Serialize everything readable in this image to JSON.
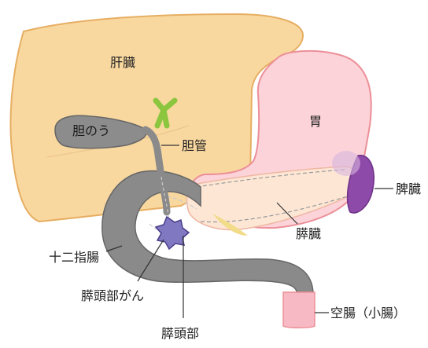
{
  "labels": {
    "liver": "肝臓",
    "gallbladder": "胆のう",
    "bile_duct": "胆管",
    "stomach": "胃",
    "spleen": "脾臓",
    "pancreas": "膵臓",
    "duodenum": "十二指腸",
    "pancreatic_head_cancer": "膵頭部がん",
    "pancreatic_head": "膵頭部",
    "jejunum": "空腸（小腸）"
  },
  "colors": {
    "liver_fill": "#f9d8a0",
    "liver_stroke": "#e6ae63",
    "stomach_fill": "#fbd3d8",
    "stomach_stroke": "#ec8f98",
    "pancreas_fill": "#fde6d4",
    "gallbladder_fill": "#8c8c8c",
    "duodenum_fill": "#8a8a8a",
    "bile_duct_green": "#8cc63f",
    "spleen_fill": "#8e4aa8",
    "tumor_fill": "#8078c0",
    "jejunum_fill": "#f7b9c3"
  }
}
